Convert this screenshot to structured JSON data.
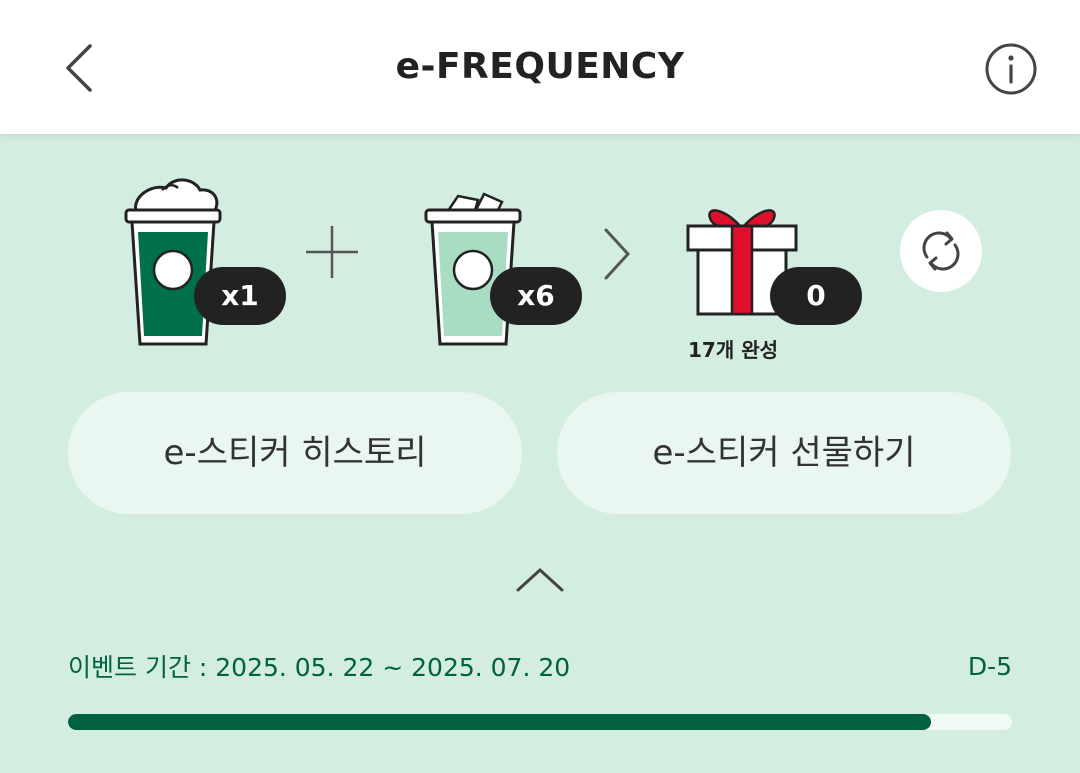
{
  "header": {
    "title": "e-FREQUENCY",
    "back_icon": "chevron-left-icon",
    "info_icon": "info-icon"
  },
  "frequency": {
    "mission_drink": {
      "icon": "green-frappuccino-cup-icon",
      "count": "x1",
      "color": "#00704a"
    },
    "regular_drink": {
      "icon": "mint-iced-cup-icon",
      "count": "x6",
      "color": "#a8dcc3"
    },
    "plus_icon": "plus-icon",
    "arrow_icon": "chevron-right-icon",
    "reward": {
      "icon": "gift-box-icon",
      "count": "0",
      "complete_label": "17개 완성"
    },
    "refresh_icon": "refresh-icon"
  },
  "actions": {
    "history_label": "e-스티커 히스토리",
    "gift_label": "e-스티커 선물하기"
  },
  "collapse_icon": "chevron-up-icon",
  "event": {
    "period_label": "이벤트 기간 : 2025. 05. 22 ~ 2025. 07. 20",
    "d_day": "D-5",
    "progress": 0.914
  },
  "colors": {
    "accent": "#006241",
    "background": "#d3ede0",
    "button": "#e9f7f0",
    "pill": "#222222",
    "gift_ribbon": "#e0102d"
  }
}
